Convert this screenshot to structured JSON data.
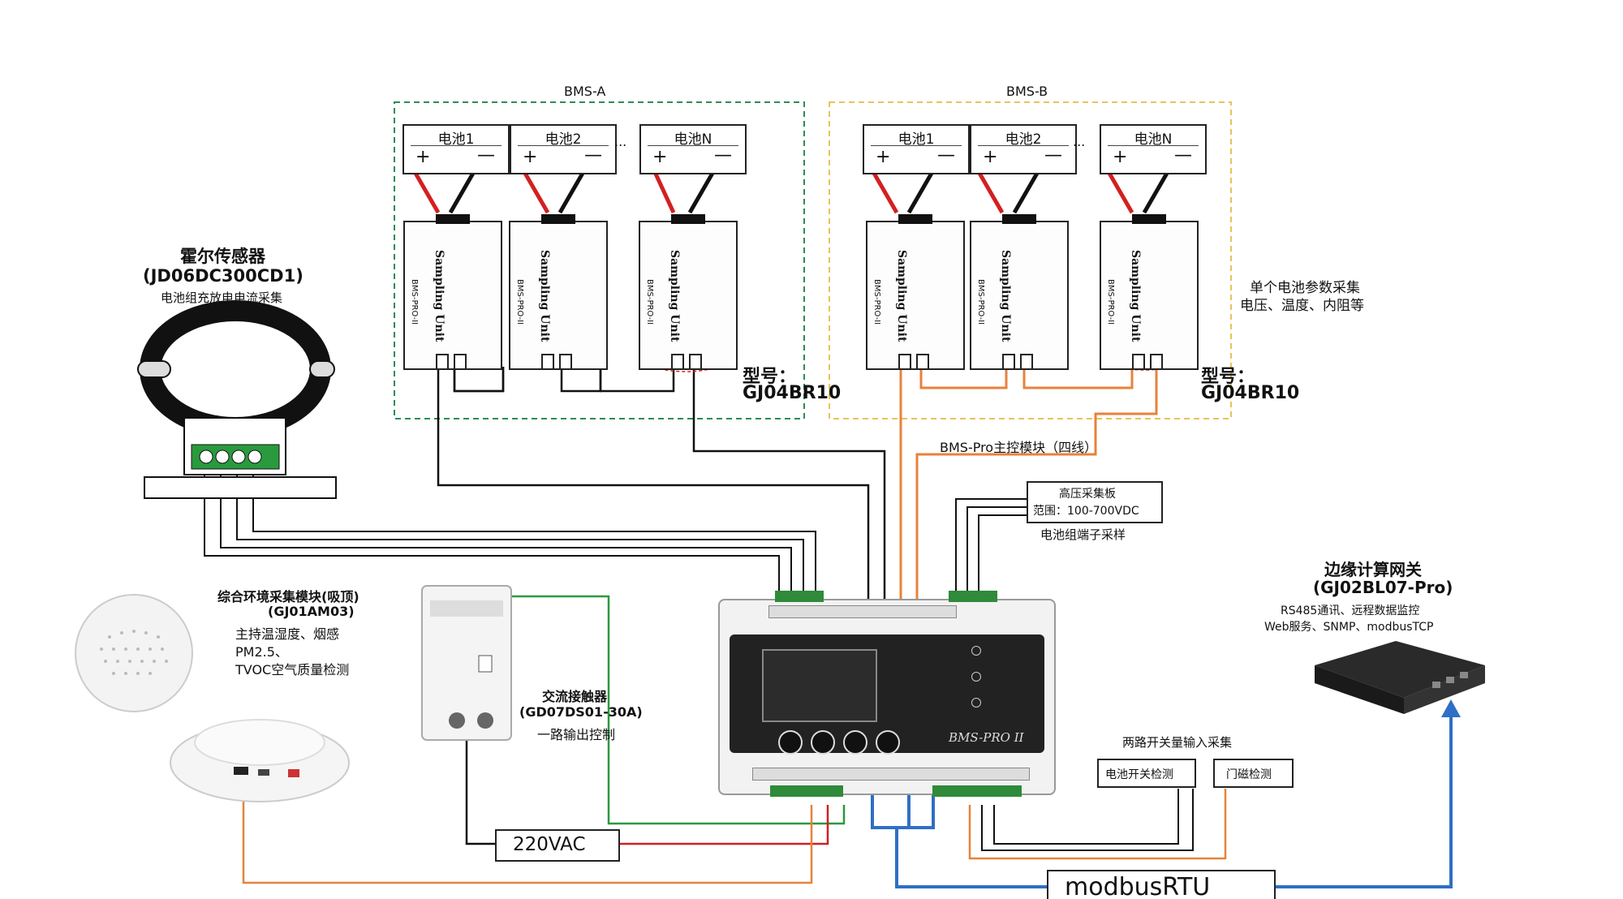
{
  "groups": [
    {
      "label": "BMS-A",
      "batteries": [
        "电池1",
        "电池2",
        "电池N"
      ],
      "ellipsis": "...",
      "model_label": "型号：",
      "model": "GJ04BR10"
    },
    {
      "label": "BMS-B",
      "batteries": [
        "电池1",
        "电池2",
        "电池N"
      ],
      "ellipsis": "...",
      "model_label": "型号：",
      "model": "GJ04BR10"
    }
  ],
  "unit_text": "Sampling Unit",
  "unit_side": "BMS-PRO-II",
  "hall_sensor": {
    "title": "霍尔传感器",
    "model": "(JD06DC300CD1)",
    "desc": "电池组充放电电流采集"
  },
  "env_sensor": {
    "title": "综合环境采集模块(吸顶)",
    "model": "(GJ01AM03)",
    "lines": [
      "主持温湿度、烟感",
      "PM2.5、",
      "TVOC空气质量检测"
    ]
  },
  "contactor": {
    "title": "交流接触器",
    "model": "(GD07DS01-30A)",
    "desc": "一路输出控制"
  },
  "power": {
    "label": "220VAC"
  },
  "bms_pro_bus": "BMS-Pro主控模块（四线）",
  "voltage_box": {
    "line1": "高压采集板",
    "line2": "范围：100-700VDC",
    "caption": "电池组端子采样"
  },
  "per_battery_note": [
    "单个电池参数采集",
    "电压、温度、内阻等"
  ],
  "gateway": {
    "title": "边缘计算网关",
    "model": "(GJ02BL07-Pro)",
    "line1": "RS485通讯、远程数据监控",
    "line2": "Web服务、SNMP、modbusTCP"
  },
  "inputs": {
    "title": "两路开关量输入采集",
    "items": [
      "电池开关检测",
      "门磁检测"
    ]
  },
  "bus_label": "modbusRTU",
  "device": {
    "brand": "BMS-PRO II"
  },
  "colors": {
    "red": "#d32020",
    "black": "#111111",
    "orange": "#e8823a",
    "green": "#2a9a3e",
    "blue": "#2f6fc6",
    "dash_green": "#2e8b57",
    "dash_yellow": "#e8c35a"
  }
}
